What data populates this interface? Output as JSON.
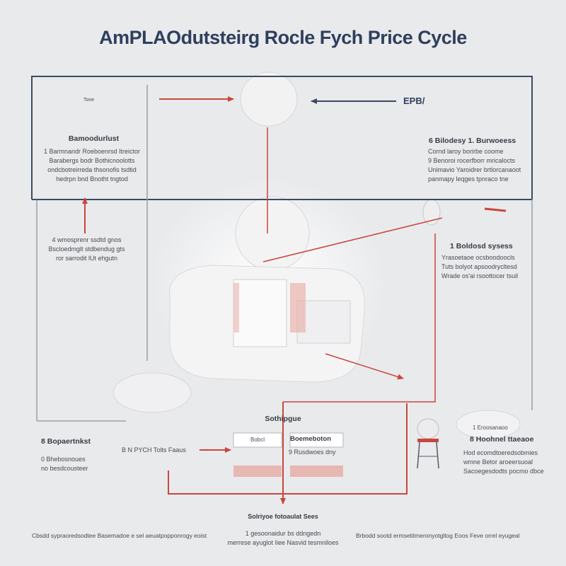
{
  "title": "AmPLAOdutsteirg Rocle Fych Price Cycle",
  "colors": {
    "frame": "#3b4a63",
    "arrow": "#c9463d",
    "text": "#4a4a52",
    "background": "#e9eaec"
  },
  "top_left": {
    "tag": "Tone",
    "heading": "Bamoodurlust",
    "lines": [
      "1 Barmnandr Roeboenrsd Itreictor",
      "Barabergs bodr Bothicnoolotts",
      "ondcbotreirreda thsonofis tsdtid",
      "hedrpn bnd Bnotht tngtod"
    ]
  },
  "top_right": {
    "tag": "EPB/",
    "heading": "6 Bilodesy 1. Burwoeess",
    "lines": [
      "Cornd laroy borirbe coome",
      "9 Benoroi rocerfborr mricalocts",
      "Unimavio Yaroidrer brtlorcanaoot",
      "panmapy leqges tpnraco tne"
    ]
  },
  "mid_left": {
    "lines": [
      "4 wmosprenr ssdtd gnos",
      "Bscloedmglt stdbendug gts",
      "ror sarrodit lUt ehgutn"
    ]
  },
  "mid_right": {
    "heading": "1 Boldosd sysess",
    "lines": [
      "Yrasoetaoe ocsboodoocls",
      "Tuts bolyot apsoodrycltesd",
      "Wrade os'ai rsoottocer tsuil"
    ]
  },
  "center_bottom": {
    "heading": "Sothipgue",
    "box_left_label": "Bobcl",
    "box_right_label": "Boemeboton",
    "box_right_sub": "9 Rusdwoes dny",
    "flow_label": "B  N  PYCH Tolts Faaus"
  },
  "bottom_left": {
    "heading": "8  Bopaertnkst",
    "lines": [
      "0  Bhebosnoues",
      "no besdcousteer"
    ]
  },
  "bottom_right": {
    "tag": "1 Eroosanaoo",
    "heading": "8  Hoohnel ttaeaoe",
    "lines": [
      "Hod ecomdtoeredsobmies",
      "wmne Betor aroeersuoal",
      "Sacoegesdodts pocmo dbce"
    ]
  },
  "footer": {
    "center_heading": "Solriyoe fotoaulat Sees",
    "center_lines": [
      "1 gesoonaidur bs ddngedn",
      "merrese ayuglot Iiee Nasvid tesmniloes"
    ],
    "left": "Cbsdd sypraoredsodtee Basemadoe e sel aeuatpopponrogy eoist",
    "right": "Brbodd sootd ermsetitmeronyotgltog Eoos Feve orrel eyugeal"
  }
}
